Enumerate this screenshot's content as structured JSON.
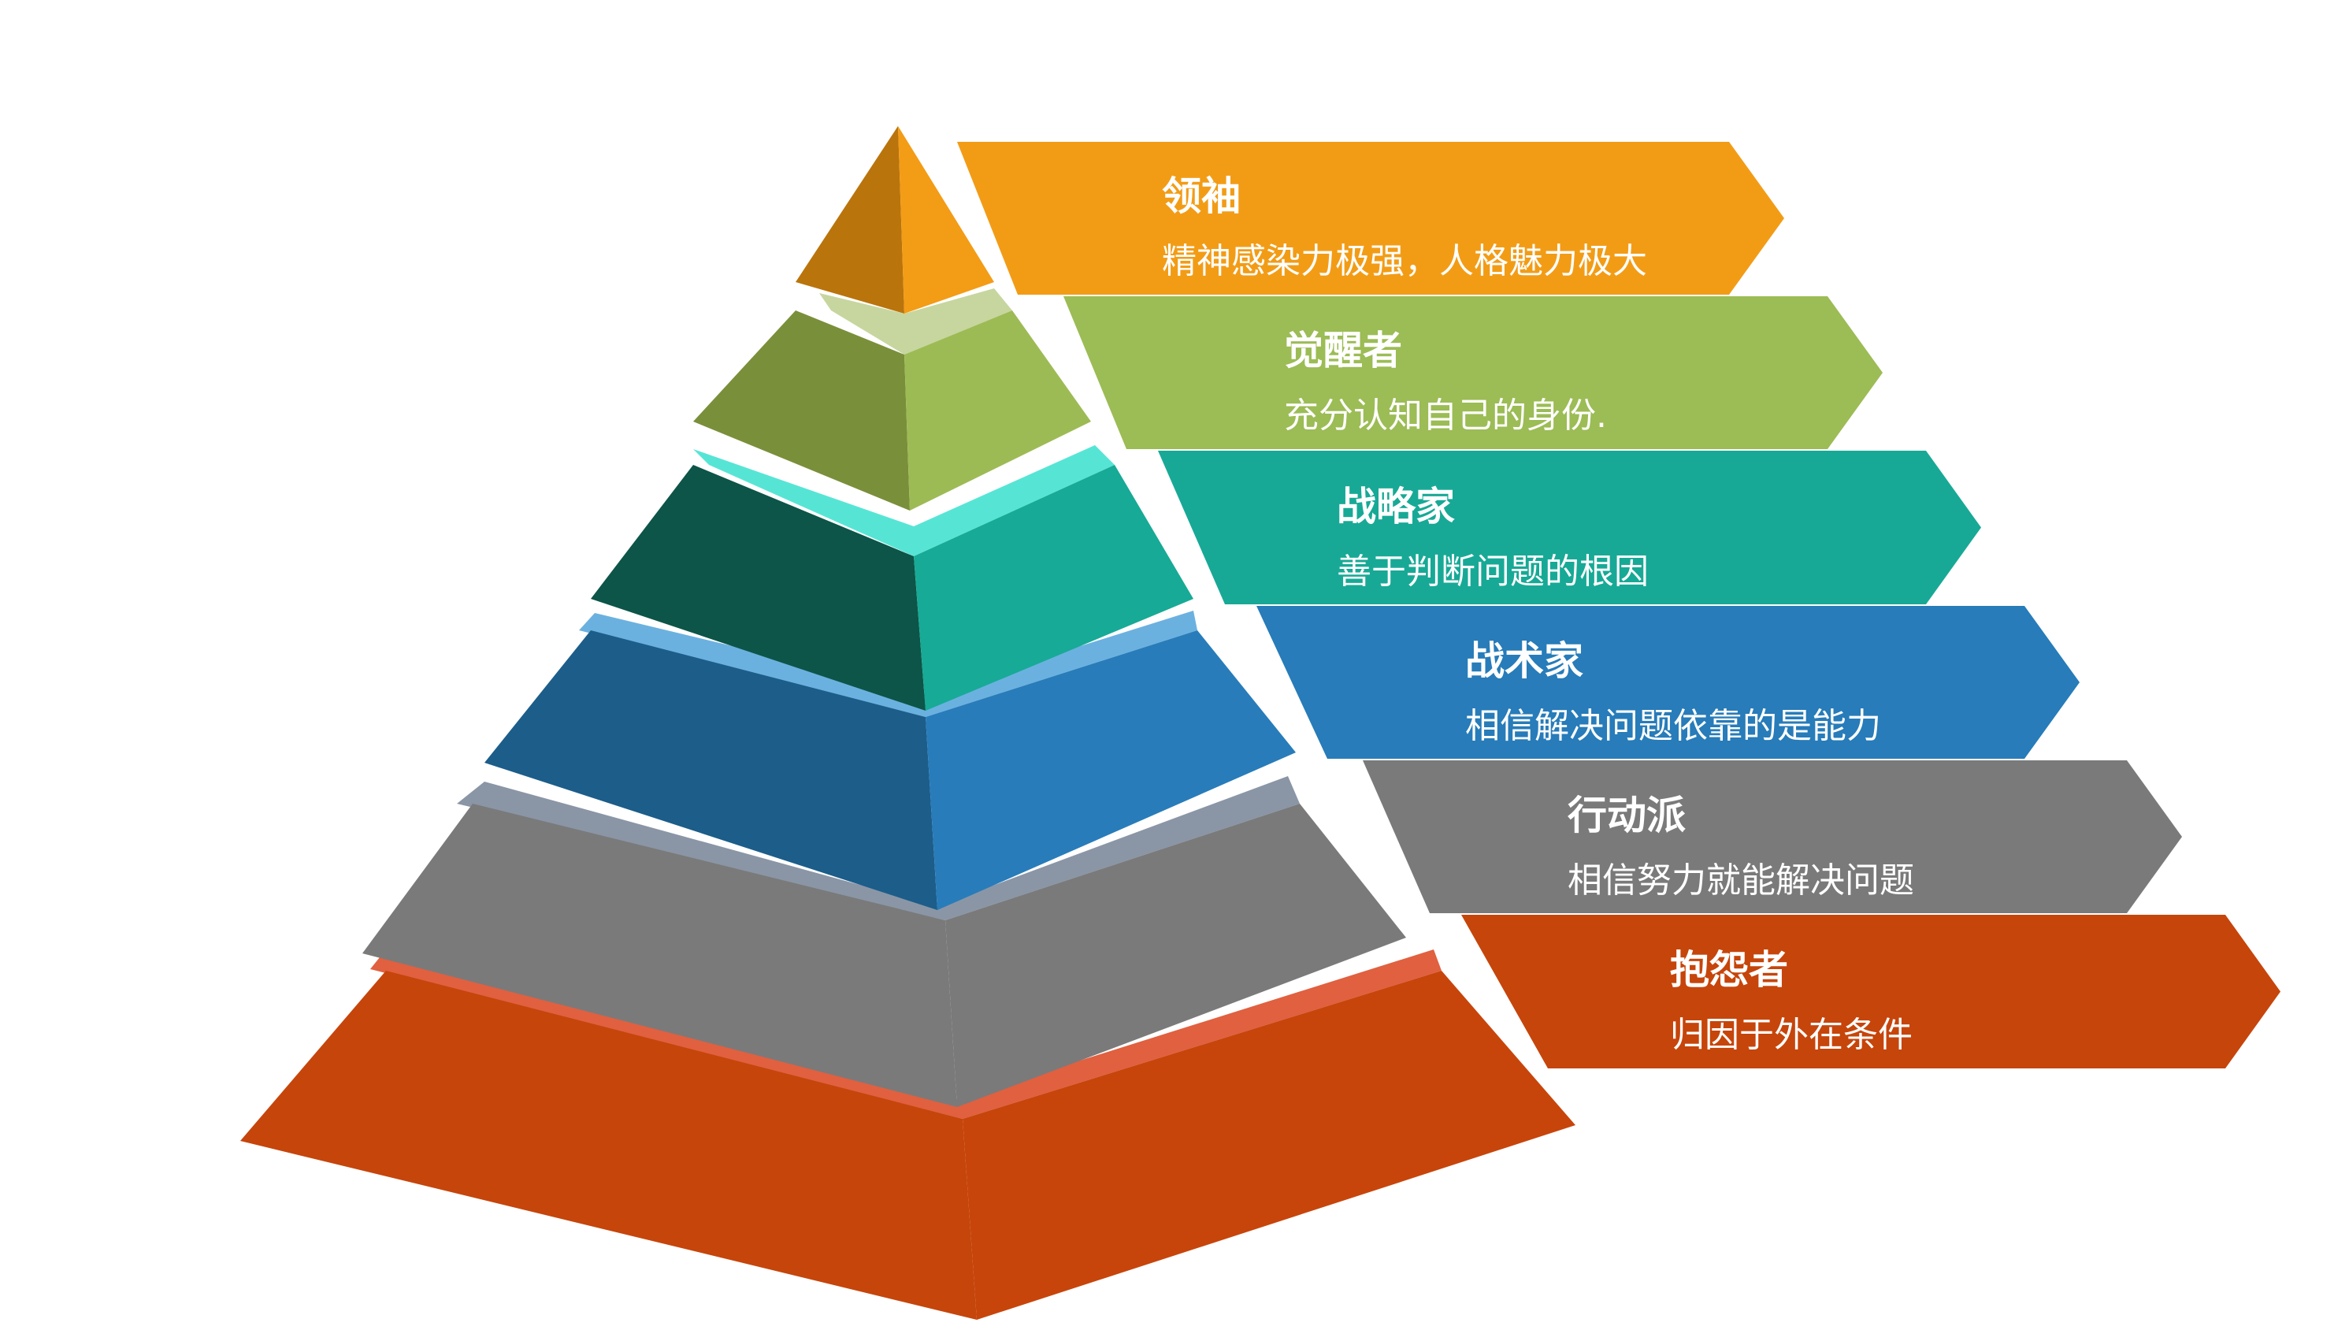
{
  "levels": [
    {
      "title": "领袖",
      "desc": "精神感染力极强，人格魅力极大",
      "colors": {
        "ribbon": "#f29c16",
        "left": "#ba740c",
        "right": "#f39c16",
        "top": "#f6b34a"
      }
    },
    {
      "title": "觉醒者",
      "desc": "充分认知自己的身份.",
      "colors": {
        "ribbon": "#9cbc55",
        "left": "#7a8f3a",
        "right": "#9dbb55",
        "top": "#c7d69e"
      }
    },
    {
      "title": "战略家",
      "desc": "善于判断问题的根因",
      "colors": {
        "ribbon": "#17a996",
        "left": "#0c5548",
        "right": "#17aa96",
        "top": "#56e5d5"
      }
    },
    {
      "title": "战术家",
      "desc": "相信解决问题依靠的是能力",
      "colors": {
        "ribbon": "#277cb9",
        "left": "#1c5d8a",
        "right": "#287cba",
        "top": "#6bb1e0"
      }
    },
    {
      "title": "行动派",
      "desc": "相信努力就能解决问题",
      "colors": {
        "ribbon": "#7a7a7a",
        "left": "#7a7a7a",
        "right": "#7a7a7a",
        "top": "#8a96a6"
      }
    },
    {
      "title": "抱怨者",
      "desc": "归因于外在条件",
      "colors": {
        "ribbon": "#c6450b",
        "left": "#c6450b",
        "right": "#c7450b",
        "top": "#e06040"
      }
    }
  ]
}
